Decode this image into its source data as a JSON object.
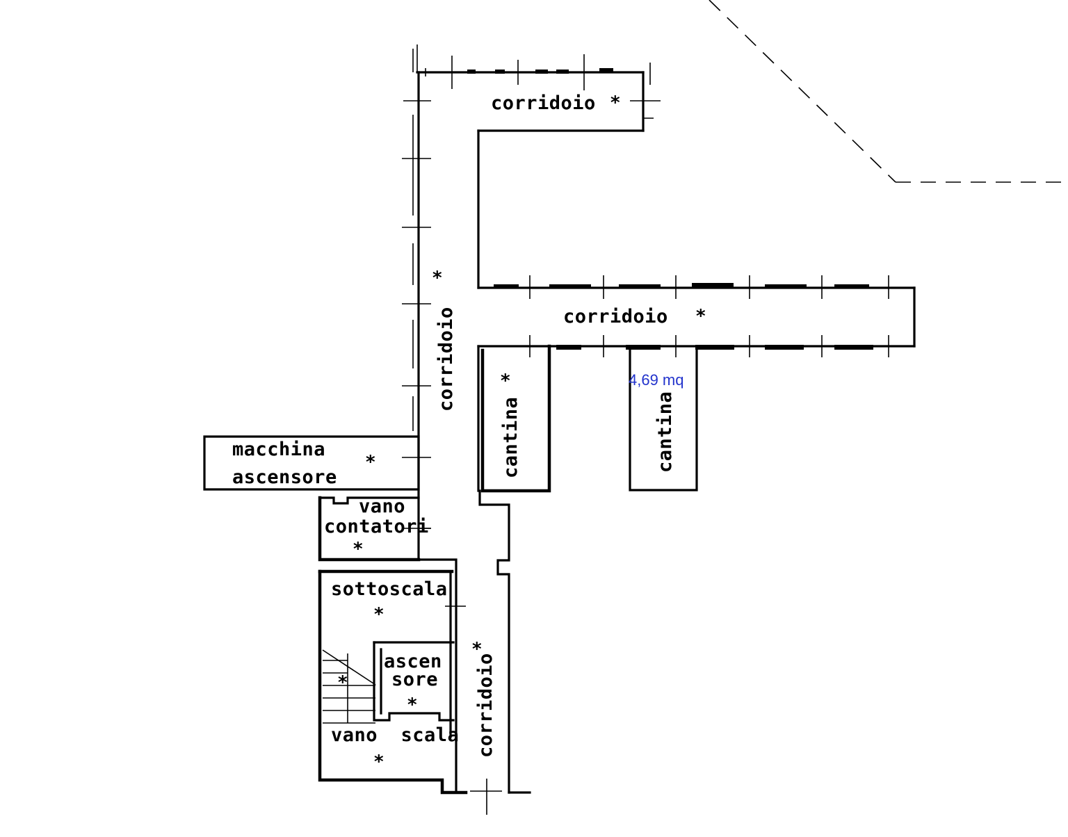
{
  "rooms": {
    "corridoio_top": "corridoio",
    "corridoio_middle": "corridoio",
    "corridoio_vertical": "corridoio",
    "corridoio_bottom": "corridoio",
    "macchina_line1": "macchina",
    "macchina_line2": "ascensore",
    "vano_contatori_line1": "vano",
    "vano_contatori_line2": "contatori",
    "cantina_left": "cantina",
    "cantina_right": "cantina",
    "sottoscala": "sottoscala",
    "ascensore_line1": "ascen",
    "ascensore_line2": "sore",
    "vano_scala": "vano  scala"
  },
  "marker": "*",
  "area_label": "4,69 mq",
  "colors": {
    "walls": "#000000",
    "area_label": "#2233cc",
    "background": "#ffffff"
  }
}
